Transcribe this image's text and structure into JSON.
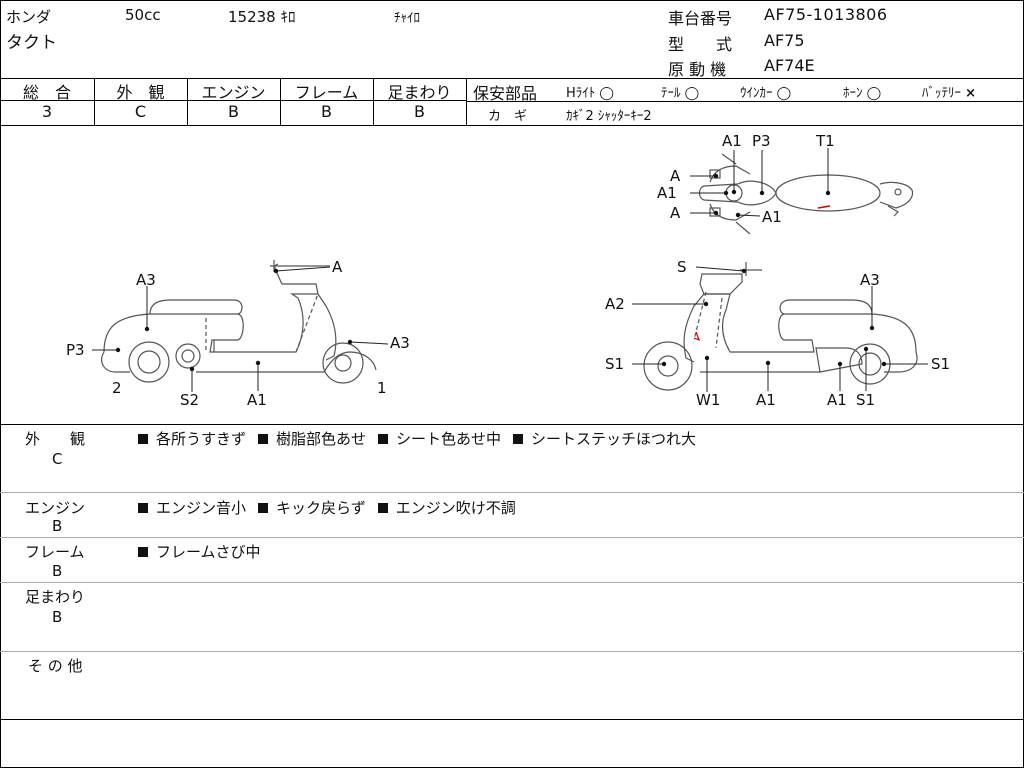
{
  "header": {
    "maker": "ホンダ",
    "displacement": "50cc",
    "mileage": "15238 ｷﾛ",
    "color": "ﾁｬｲﾛ",
    "model_name": "タクト",
    "frame_number_label": "車台番号",
    "frame_number": "AF75-1013806",
    "type_label": "型　　式",
    "type": "AF75",
    "engine_label": "原 動 機",
    "engine": "AF74E"
  },
  "grades": [
    {
      "label": "総　合",
      "value": "3"
    },
    {
      "label": "外　観",
      "value": "C"
    },
    {
      "label": "エンジン",
      "value": "B"
    },
    {
      "label": "フレーム",
      "value": "B"
    },
    {
      "label": "足まわり",
      "value": "B"
    }
  ],
  "safety": {
    "label": "保安部品",
    "items": [
      {
        "name": "Hﾗｲﾄ",
        "mark": "◯"
      },
      {
        "name": "ﾃｰﾙ",
        "mark": "◯"
      },
      {
        "name": "ｳｲﾝｶｰ",
        "mark": "◯"
      },
      {
        "name": "ﾎｰﾝ",
        "mark": "◯"
      },
      {
        "name": "ﾊﾞｯﾃﾘｰ",
        "mark": "×"
      }
    ],
    "key_label": "カ　ギ",
    "key_value": "ｶｷﾞ2 ｼｬｯﾀｰｷｰ2"
  },
  "diagram": {
    "left_labels": [
      "A3",
      "A",
      "P3",
      "A3",
      "2",
      "S2",
      "A1",
      "1"
    ],
    "right_labels": [
      "S",
      "A3",
      "A2",
      "S1",
      "W1",
      "A1",
      "A1",
      "S1",
      "S1"
    ],
    "top_labels": [
      "A1",
      "P3",
      "T1",
      "A",
      "A1",
      "A",
      "A1"
    ]
  },
  "remarks": [
    {
      "category": "外　　観",
      "grade": "C",
      "items": [
        "各所うすきず",
        "樹脂部色あせ",
        "シート色あせ中",
        "シートステッチほつれ大"
      ]
    },
    {
      "category": "エンジン",
      "grade": "B",
      "items": [
        "エンジン音小",
        "キック戻らず",
        "エンジン吹け不調"
      ]
    },
    {
      "category": "フレーム",
      "grade": "B",
      "items": [
        "フレームさび中"
      ]
    },
    {
      "category": "足まわり",
      "grade": "B",
      "items": []
    },
    {
      "category": "そ の 他",
      "grade": "",
      "items": []
    }
  ]
}
